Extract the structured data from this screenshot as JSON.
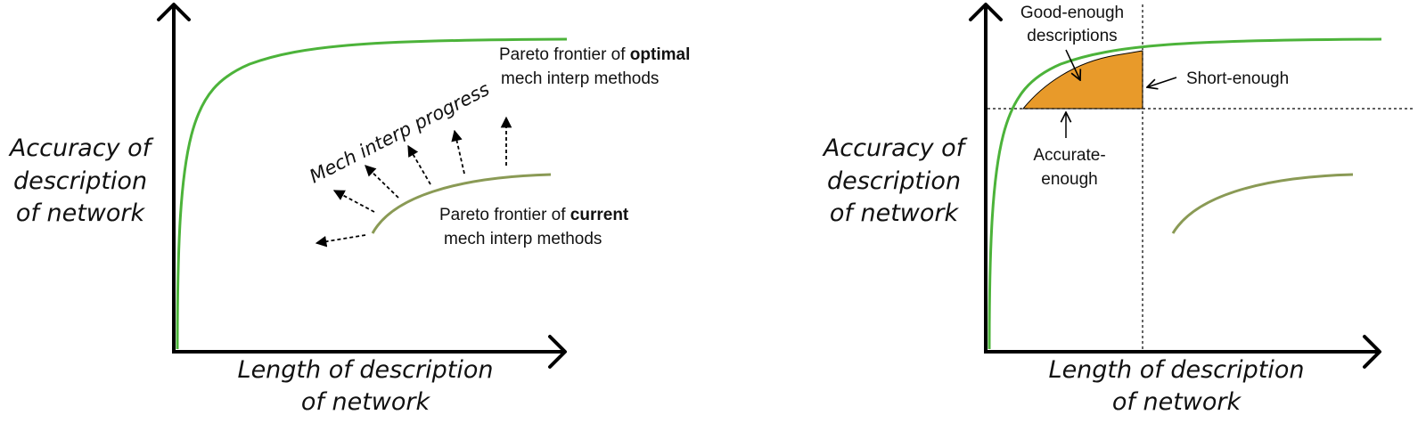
{
  "left_panel": {
    "y_axis_title": [
      "Accuracy of",
      "description",
      "of network"
    ],
    "x_axis_title": [
      "Length of description",
      "of network"
    ],
    "optimal_frontier_label": {
      "prefix": "Pareto frontier of ",
      "emphasis": "optimal",
      "line2": "mech interp methods"
    },
    "current_frontier_label": {
      "prefix": "Pareto frontier of ",
      "emphasis": "current",
      "line2": "mech interp methods"
    },
    "progress_label": "Mech interp progress"
  },
  "right_panel": {
    "y_axis_title": [
      "Accuracy of",
      "description",
      "of network"
    ],
    "x_axis_title": [
      "Length of description",
      "of network"
    ],
    "good_enough_label": [
      "Good-enough",
      "descriptions"
    ],
    "short_enough_label": "Short-enough",
    "accurate_enough_label": [
      "Accurate-",
      "enough"
    ]
  },
  "colors": {
    "optimal_curve": "#4cb33a",
    "current_curve": "#8a9a55",
    "good_enough_region": "#e89a2a",
    "axis": "#000000"
  }
}
